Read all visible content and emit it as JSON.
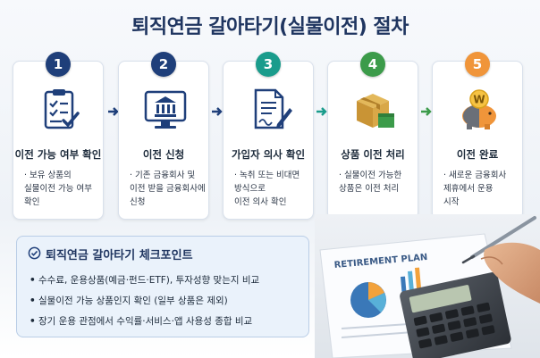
{
  "title": "퇴직연금 갈아타기(실물이전) 절차",
  "steps": [
    {
      "number": "1",
      "title": "이전 가능 여부 확인",
      "desc": [
        "· 보유 상품의",
        "실물이전 가능 여부",
        "확인"
      ],
      "color": "#1f3f7a"
    },
    {
      "number": "2",
      "title": "이전 신청",
      "desc": [
        "· 기존 금융회사 및",
        "이전 받을 금융회사에",
        "신청"
      ],
      "color": "#1f3f7a"
    },
    {
      "number": "3",
      "title": "가입자 의사 확인",
      "desc": [
        "· 녹취 또는 비대면",
        "방식으로",
        "이전 의사 확인"
      ],
      "color": "#1a9c8c"
    },
    {
      "number": "4",
      "title": "상품 이전 처리",
      "desc": [
        "· 실물이전 가능한",
        "상품은 이전 처리"
      ],
      "color": "#3c9b4a"
    },
    {
      "number": "5",
      "title": "이전 완료",
      "desc": [
        "· 새로운 금융회사",
        "제휴에서 운용",
        "시작"
      ],
      "color": "#f0953a"
    }
  ],
  "checkpoints": {
    "title": "퇴직연금 갈아타기 체크포인트",
    "items": [
      "수수료, 운용상품(예금·펀드·ETF), 투자성향 맞는지 비교",
      "실물이전 가능 상품인지 확인 (일부 상품은 제외)",
      "장기 운용 관점에서 수익률·서비스·앱 사용성 종합 비교"
    ]
  },
  "photo": {
    "doc_heading": "RETIREMENT PLAN"
  },
  "icons": [
    "checklist-icon",
    "bank-monitor-icon",
    "signature-document-icon",
    "package-box-icon",
    "piggy-bank-icon"
  ]
}
